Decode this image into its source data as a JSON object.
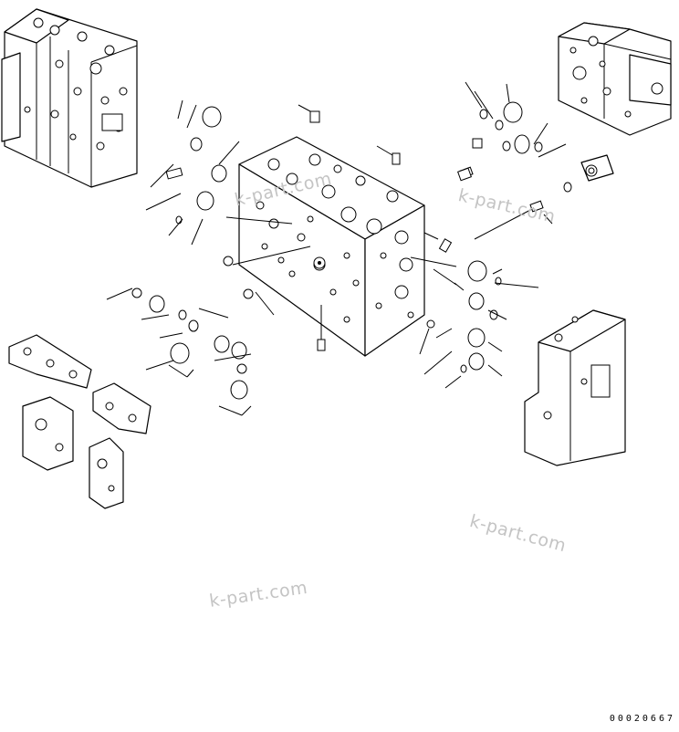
{
  "watermarks": [
    "k-part.com",
    "k-part.com",
    "k-part.com"
  ],
  "drawing_number": "00020667",
  "colors": {
    "ink": "#000000",
    "watermark": "#c4c4c4",
    "background": "#ffffff"
  }
}
